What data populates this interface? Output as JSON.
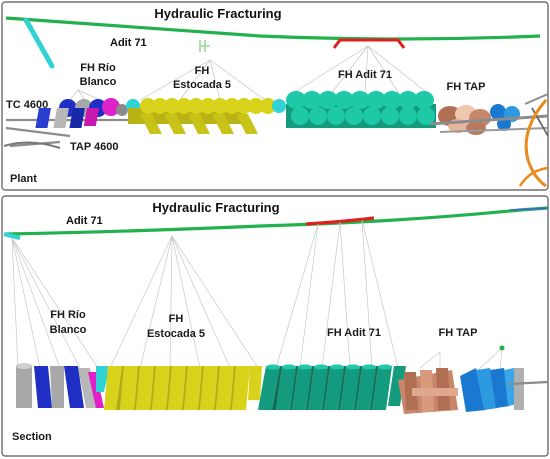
{
  "plant": {
    "view_label": "Plant",
    "title": "Hydraulic Fracturing",
    "adit_label": "Adit 71",
    "groups": [
      {
        "line1": "FH Río",
        "line2": "Blanco"
      },
      {
        "line1": "FH",
        "line2": "Estocada 5"
      },
      {
        "line1": "FH Adit 71",
        "line2": ""
      },
      {
        "line1": "FH TAP",
        "line2": ""
      }
    ],
    "tc_label": "TC 4600",
    "tap_label": "TAP 4600"
  },
  "section": {
    "view_label": "Section",
    "title": "Hydraulic Fracturing",
    "adit_label": "Adit 71",
    "groups": [
      {
        "line1": "FH Río",
        "line2": "Blanco"
      },
      {
        "line1": "FH",
        "line2": "Estocada 5"
      },
      {
        "line1": "FH Adit 71",
        "line2": ""
      },
      {
        "line1": "FH TAP",
        "line2": ""
      }
    ]
  },
  "colors": {
    "tunnel_green": "#22b14c",
    "adit_red": "#e0201b",
    "cyan": "#2fd3d3",
    "rio_gray": "#a8a8a8",
    "rio_blue": "#1f2fc4",
    "rio_magenta": "#e020c8",
    "estocada_yellow": "#d8d21a",
    "adit_teal": "#1ec9a8",
    "adit_dark_teal": "#149a7c",
    "tap_brown": "#c8876a",
    "tap_blue": "#1a78d0",
    "orange": "#e98a1c"
  }
}
